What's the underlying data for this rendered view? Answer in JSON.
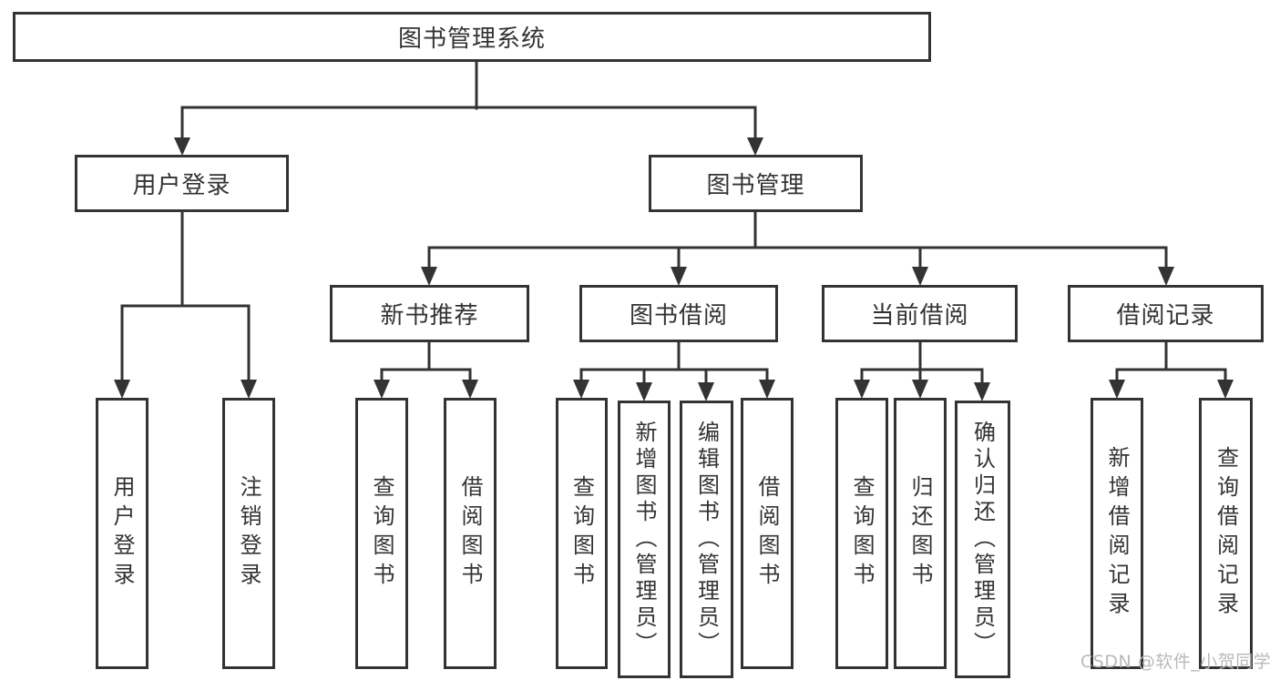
{
  "diagram": {
    "title": "图书管理系统",
    "tree": {
      "label": "图书管理系统",
      "children": [
        {
          "label": "用户登录",
          "children": [
            {
              "label": "用户登录"
            },
            {
              "label": "注销登录"
            }
          ]
        },
        {
          "label": "图书管理",
          "children": [
            {
              "label": "新书推荐",
              "children": [
                {
                  "label": "查询图书"
                },
                {
                  "label": "借阅图书"
                }
              ]
            },
            {
              "label": "图书借阅",
              "children": [
                {
                  "label": "查询图书"
                },
                {
                  "label": "新增图书（管理员）"
                },
                {
                  "label": "编辑图书（管理员）"
                },
                {
                  "label": "借阅图书"
                }
              ]
            },
            {
              "label": "当前借阅",
              "children": [
                {
                  "label": "查询图书"
                },
                {
                  "label": "归还图书"
                },
                {
                  "label": "确认归还（管理员）"
                }
              ]
            },
            {
              "label": "借阅记录",
              "children": [
                {
                  "label": "新增借阅记录"
                },
                {
                  "label": "查询借阅记录"
                }
              ]
            }
          ]
        }
      ]
    },
    "watermark": "CSDN @软件_小贺同学",
    "colors": {
      "line": "#333333",
      "box_border": "#333333",
      "text": "#333333",
      "box_background": "#ffffff",
      "page_background": "#ffffff",
      "watermark": "#b9b9b9"
    }
  }
}
